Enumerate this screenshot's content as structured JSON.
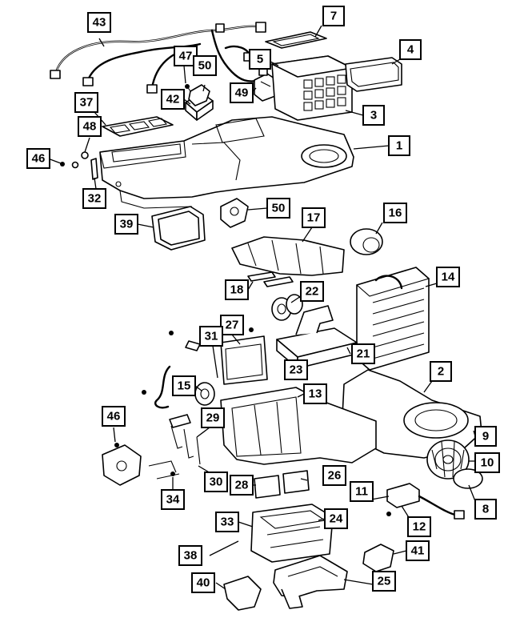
{
  "callouts": [
    {
      "id": "1",
      "label": "1"
    },
    {
      "id": "2",
      "label": "2"
    },
    {
      "id": "3",
      "label": "3"
    },
    {
      "id": "4",
      "label": "4"
    },
    {
      "id": "5",
      "label": "5"
    },
    {
      "id": "7",
      "label": "7"
    },
    {
      "id": "8",
      "label": "8"
    },
    {
      "id": "9",
      "label": "9"
    },
    {
      "id": "10",
      "label": "10"
    },
    {
      "id": "11",
      "label": "11"
    },
    {
      "id": "12",
      "label": "12"
    },
    {
      "id": "13",
      "label": "13"
    },
    {
      "id": "14",
      "label": "14"
    },
    {
      "id": "15",
      "label": "15"
    },
    {
      "id": "16",
      "label": "16"
    },
    {
      "id": "17",
      "label": "17"
    },
    {
      "id": "18",
      "label": "18"
    },
    {
      "id": "21",
      "label": "21"
    },
    {
      "id": "22",
      "label": "22"
    },
    {
      "id": "23",
      "label": "23"
    },
    {
      "id": "24",
      "label": "24"
    },
    {
      "id": "25",
      "label": "25"
    },
    {
      "id": "26",
      "label": "26"
    },
    {
      "id": "27",
      "label": "27"
    },
    {
      "id": "28",
      "label": "28"
    },
    {
      "id": "29",
      "label": "29"
    },
    {
      "id": "30",
      "label": "30"
    },
    {
      "id": "31",
      "label": "31"
    },
    {
      "id": "32",
      "label": "32"
    },
    {
      "id": "33",
      "label": "33"
    },
    {
      "id": "34",
      "label": "34"
    },
    {
      "id": "37",
      "label": "37"
    },
    {
      "id": "38",
      "label": "38"
    },
    {
      "id": "39",
      "label": "39"
    },
    {
      "id": "40",
      "label": "40"
    },
    {
      "id": "41",
      "label": "41"
    },
    {
      "id": "42",
      "label": "42"
    },
    {
      "id": "43",
      "label": "43"
    },
    {
      "id": "46a",
      "label": "46"
    },
    {
      "id": "46b",
      "label": "46"
    },
    {
      "id": "47",
      "label": "47"
    },
    {
      "id": "48",
      "label": "48"
    },
    {
      "id": "49",
      "label": "49"
    },
    {
      "id": "50a",
      "label": "50"
    },
    {
      "id": "50b",
      "label": "50"
    }
  ]
}
